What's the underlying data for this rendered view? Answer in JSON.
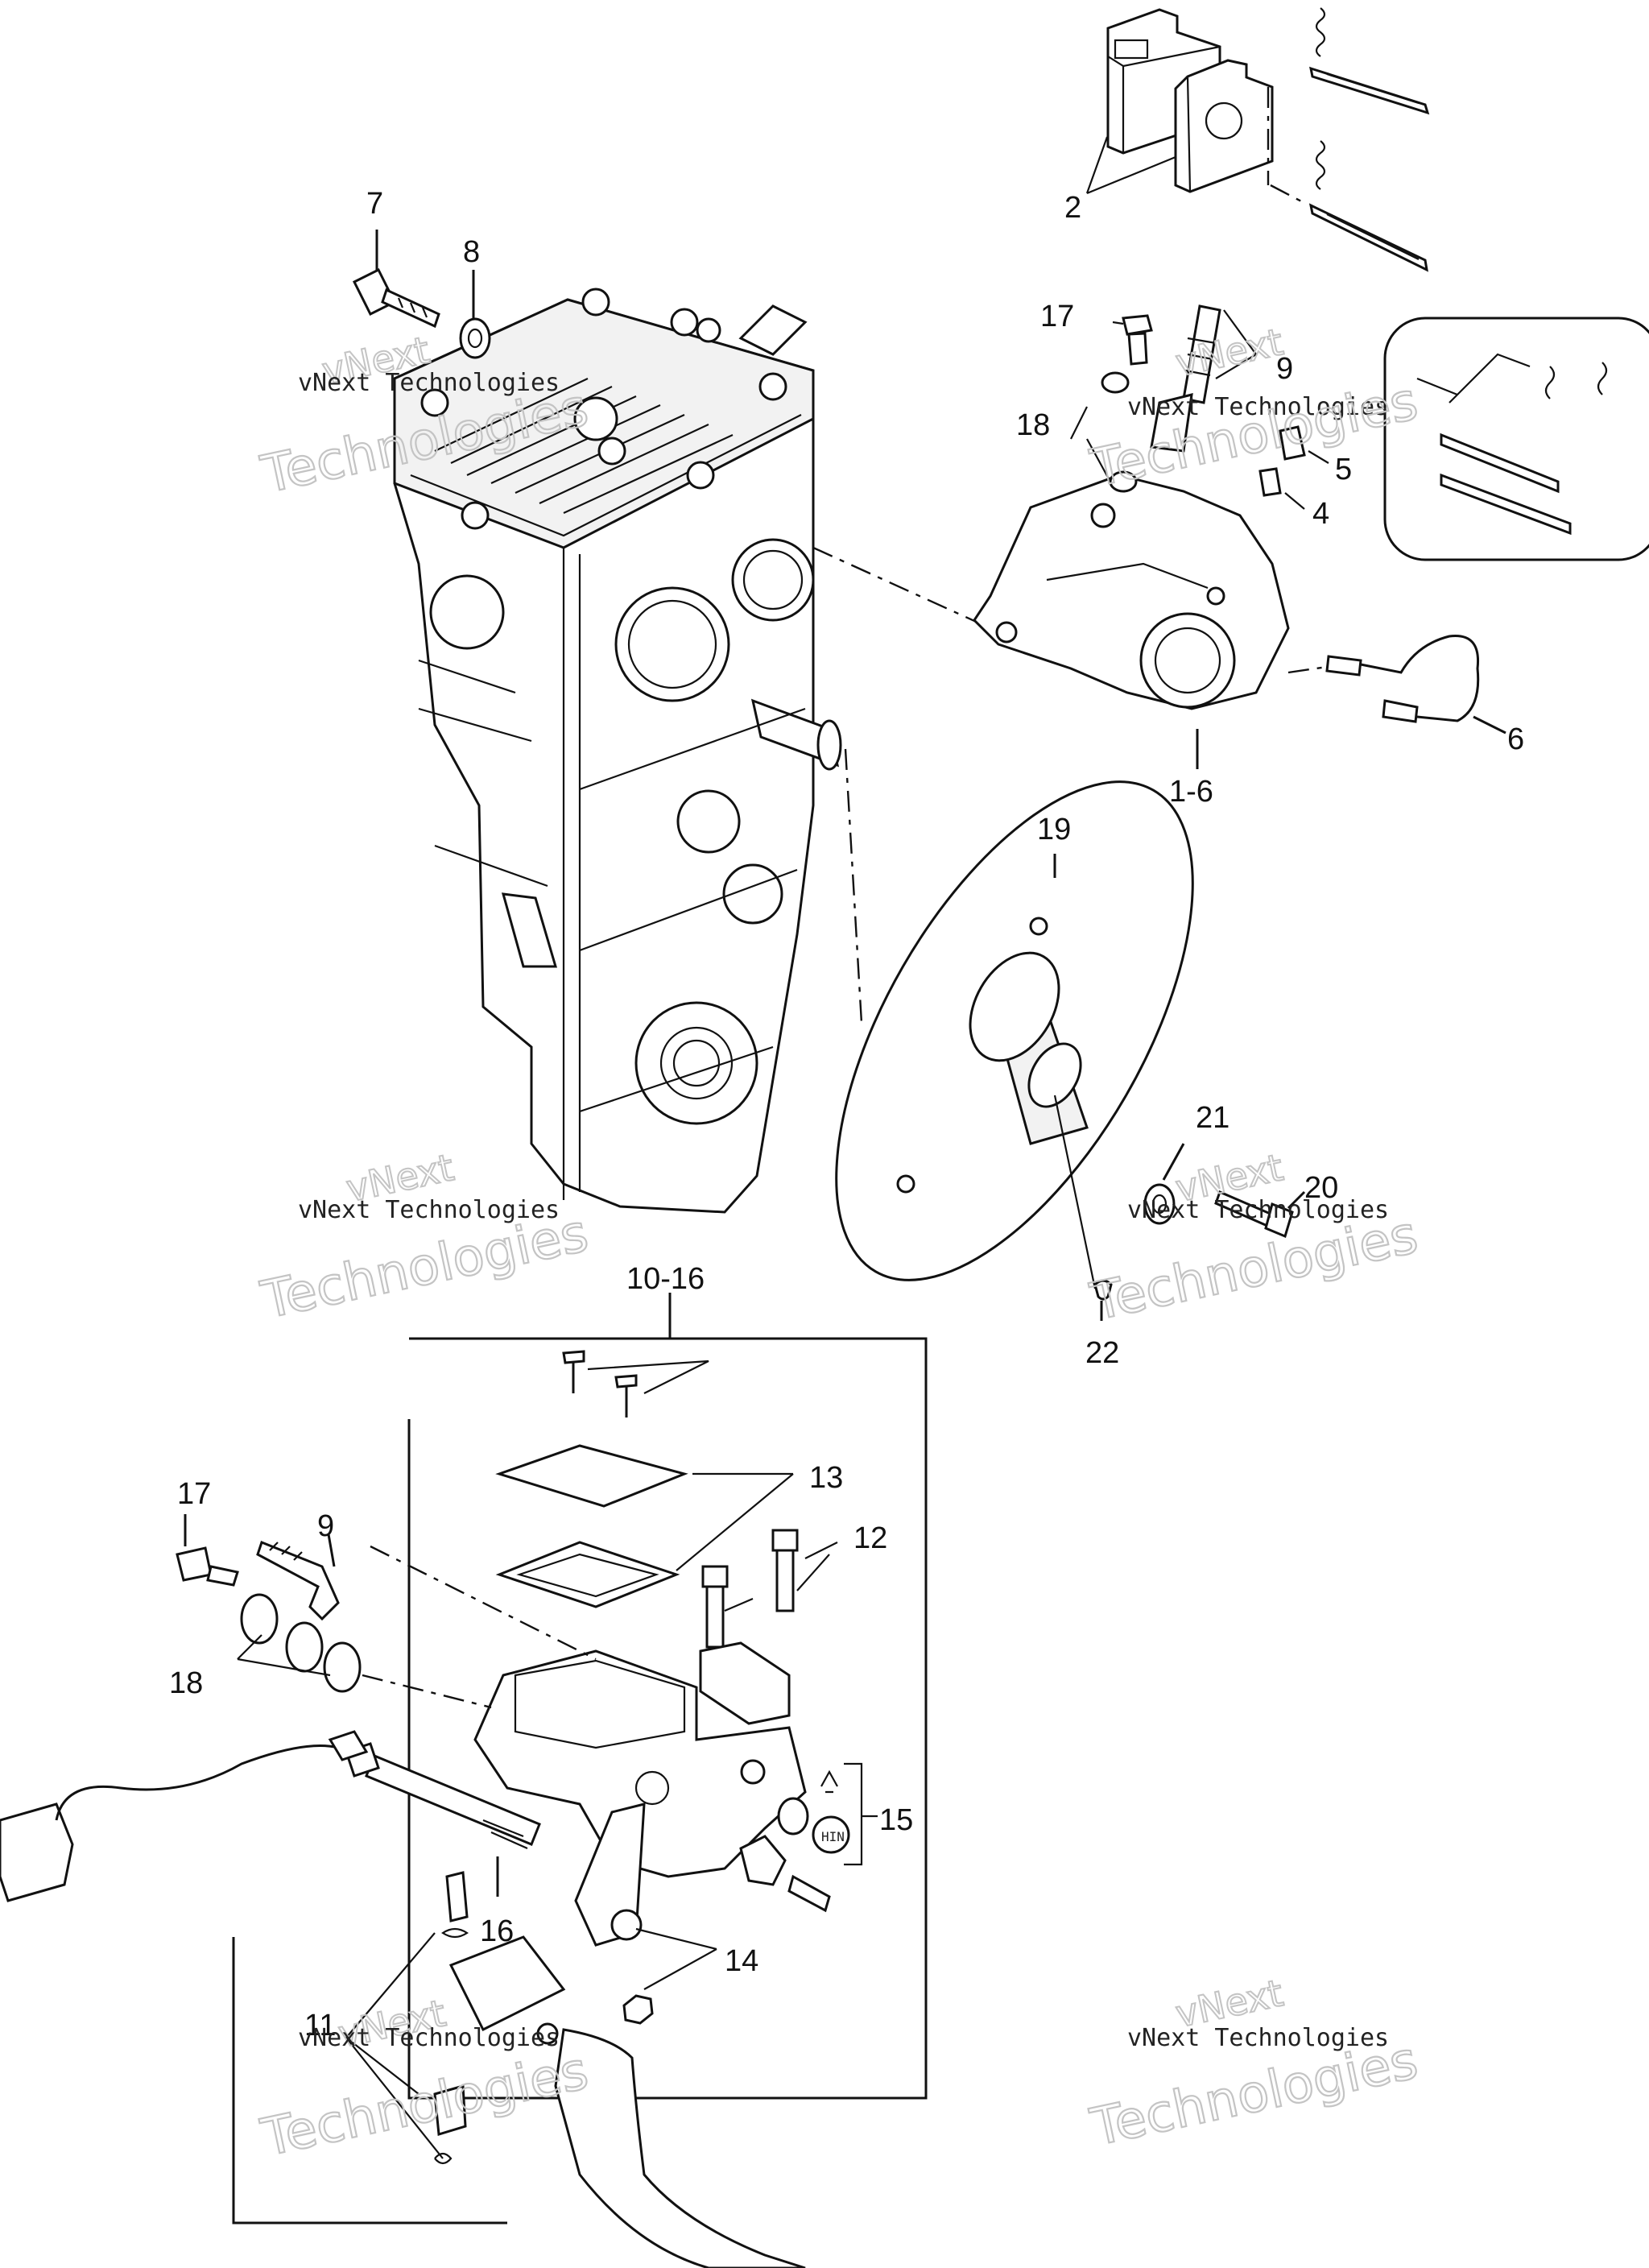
{
  "diagram": {
    "callouts": {
      "c2": "2",
      "c7": "7",
      "c8": "8",
      "c17_top": "17",
      "c9_top": "9",
      "c18_top": "18",
      "c5": "5",
      "c4": "4",
      "c6": "6",
      "c1_6": "1-6",
      "c19": "19",
      "c21": "21",
      "c20": "20",
      "c22": "22",
      "c10_16": "10-16",
      "c13": "13",
      "c12": "12",
      "c17_bot": "17",
      "c9_bot": "9",
      "c18_bot": "18",
      "c15": "15",
      "c16": "16",
      "c14": "14",
      "c11": "11"
    },
    "watermark": {
      "line1": "vNext",
      "line2": "vNext Technologies",
      "line3": "Technologies"
    },
    "cap_text": "HIN"
  }
}
